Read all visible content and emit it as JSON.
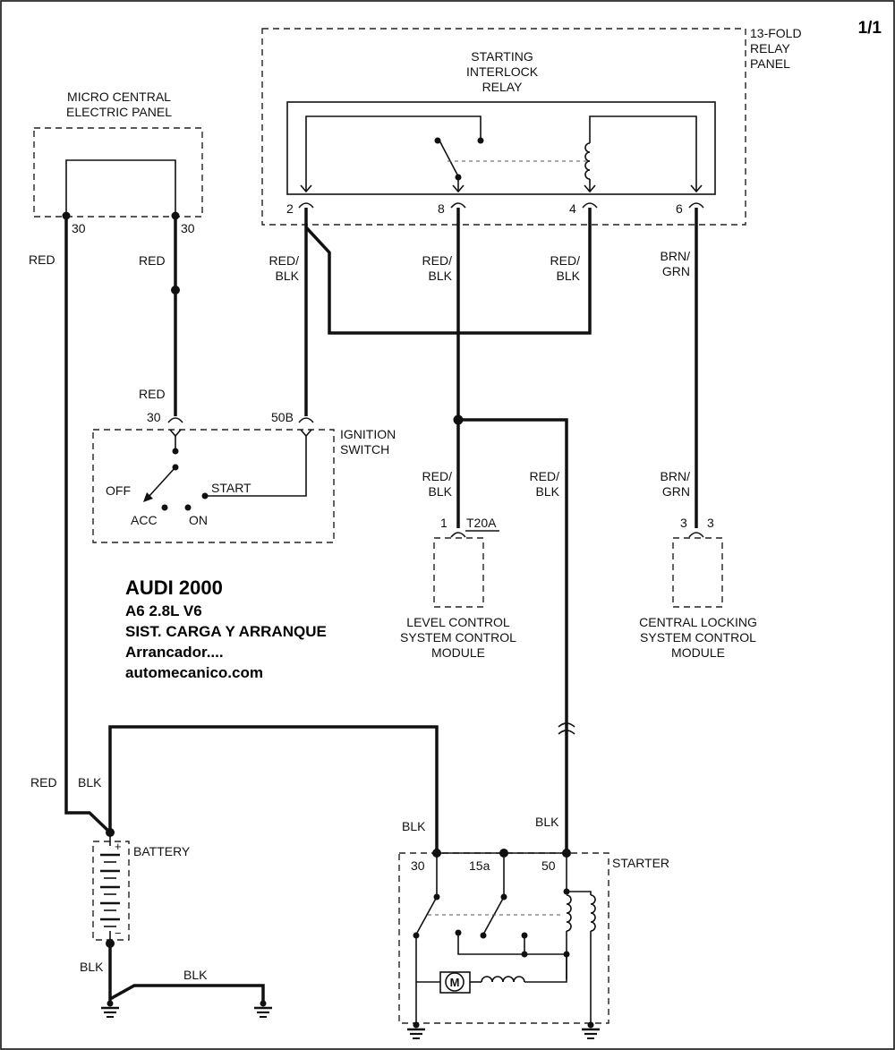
{
  "page_number": "1/1",
  "components": {
    "relay_panel": "13-FOLD\nRELAY\nPANEL",
    "relay": "STARTING\nINTERLOCK\nRELAY",
    "micro_panel": "MICRO CENTRAL\nELECTRIC PANEL",
    "ignition_switch": "IGNITION\nSWITCH",
    "level_module": "LEVEL CONTROL\nSYSTEM CONTROL\nMODULE",
    "central_module": "CENTRAL LOCKING\nSYSTEM CONTROL\nMODULE",
    "battery": "BATTERY",
    "starter": "STARTER",
    "starter_motor": "M"
  },
  "pins": {
    "relay_2": "2",
    "relay_8": "8",
    "relay_4": "4",
    "relay_6": "6",
    "micro_a": "30",
    "micro_b": "30",
    "ign_30": "30",
    "ign_50b": "50B",
    "level_pin": "1",
    "level_conn": "T20A",
    "central_pin_a": "3",
    "central_pin_b": "3",
    "starter_30": "30",
    "starter_15a": "15a",
    "starter_50": "50",
    "bat_plus": "+",
    "bat_minus": "−"
  },
  "switch_positions": {
    "off": "OFF",
    "acc": "ACC",
    "on": "ON",
    "start": "START"
  },
  "wire_labels": {
    "red_left": "RED",
    "red_micro": "RED",
    "red_ign": "RED",
    "redblk_2": "RED/\nBLK",
    "redblk_8": "RED/\nBLK",
    "redblk_4": "RED/\nBLK",
    "brngrn_6": "BRN/\nGRN",
    "redblk_level": "RED/\nBLK",
    "redblk_starter": "RED/\nBLK",
    "brngrn_central": "BRN/\nGRN",
    "red_bat": "RED",
    "blk_bat": "BLK",
    "blk_starter30": "BLK",
    "blk_starter50": "BLK",
    "blk_ground": "BLK",
    "blk_ground2": "BLK"
  },
  "title_block": {
    "line1": "AUDI  2000",
    "line2": "A6  2.8L  V6",
    "line3": "SIST. CARGA Y ARRANQUE",
    "line4": "Arrancador....",
    "line5": "automecanico.com"
  }
}
